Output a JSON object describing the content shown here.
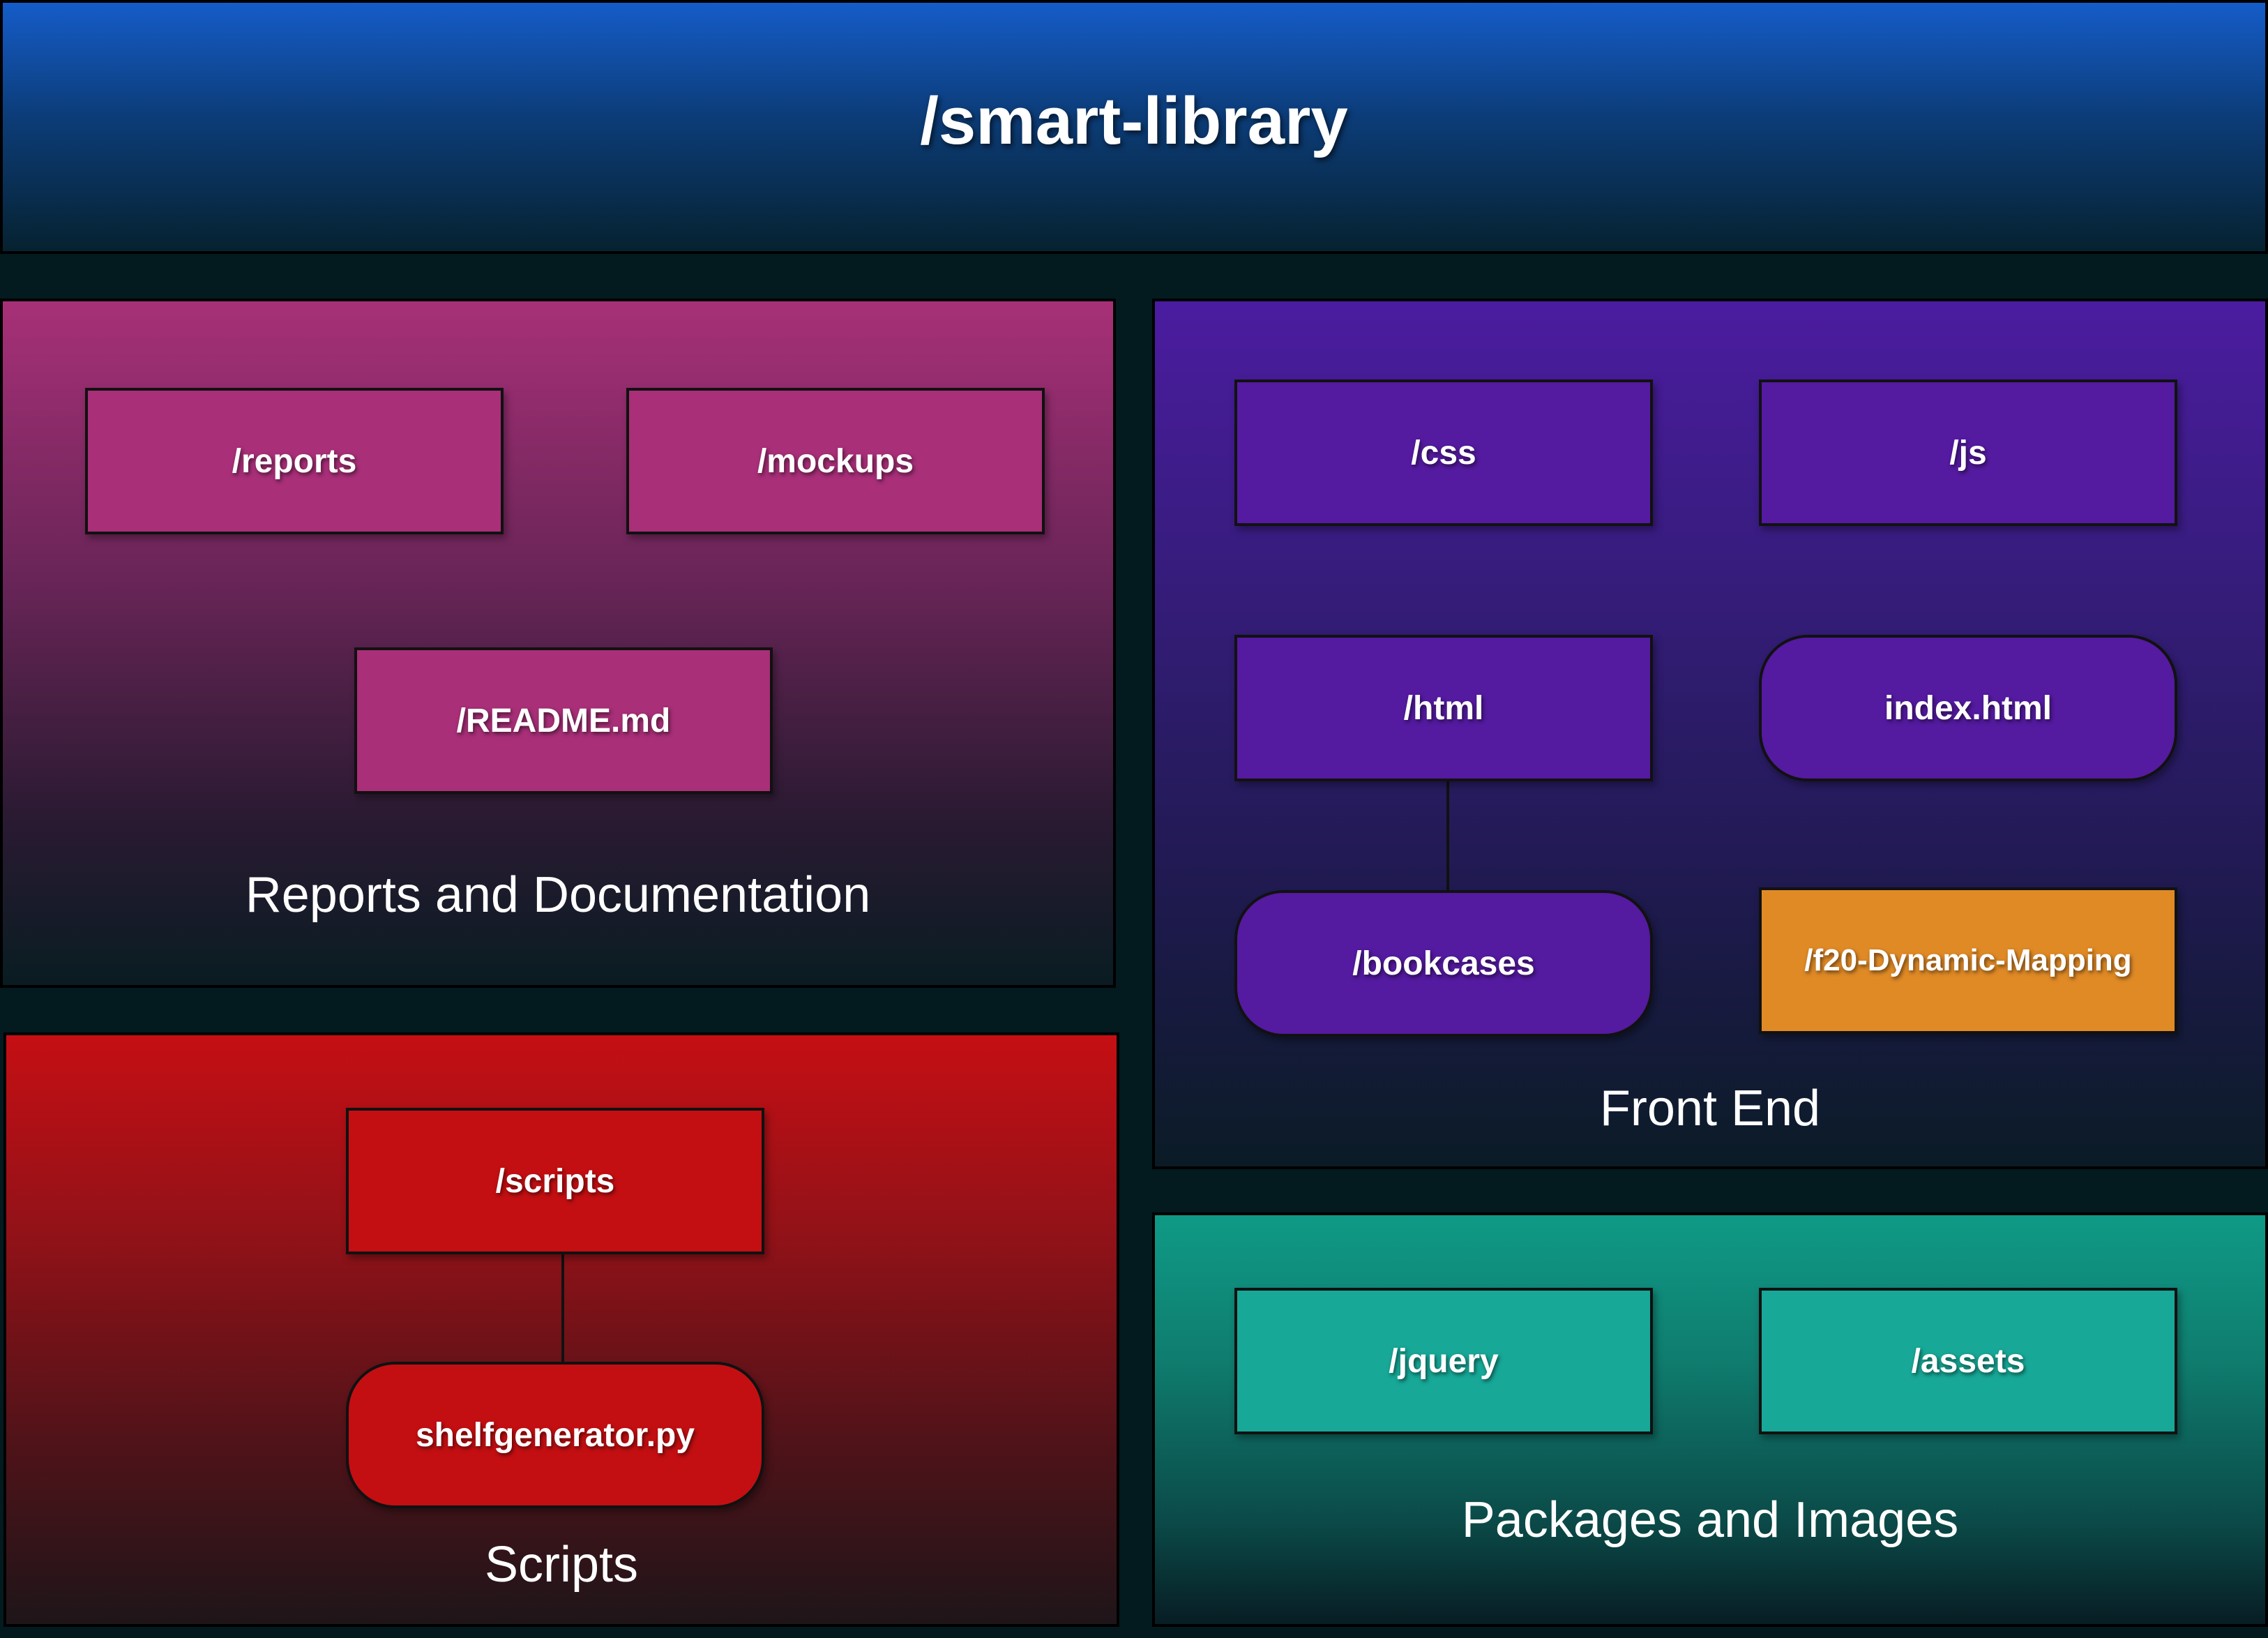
{
  "header": {
    "title": "/smart-library"
  },
  "docs": {
    "label": "Reports and Documentation",
    "nodes": [
      "/reports",
      "/mockups",
      "/README.md"
    ]
  },
  "frontend": {
    "label": "Front End",
    "nodes": [
      "/css",
      "/js",
      "/html",
      "index.html",
      "/bookcases",
      "/f20-Dynamic-Mapping"
    ]
  },
  "scripts": {
    "label": "Scripts",
    "nodes": [
      "/scripts",
      "shelfgenerator.py"
    ]
  },
  "packages": {
    "label": "Packages and Images",
    "nodes": [
      "/jquery",
      "/assets"
    ]
  },
  "colors": {
    "docs": "#a82f78",
    "frontend": "#541aa0",
    "scripts": "#c30f12",
    "packages": "#17a897",
    "highlight": "#e08a26",
    "background": "#031a1f"
  }
}
